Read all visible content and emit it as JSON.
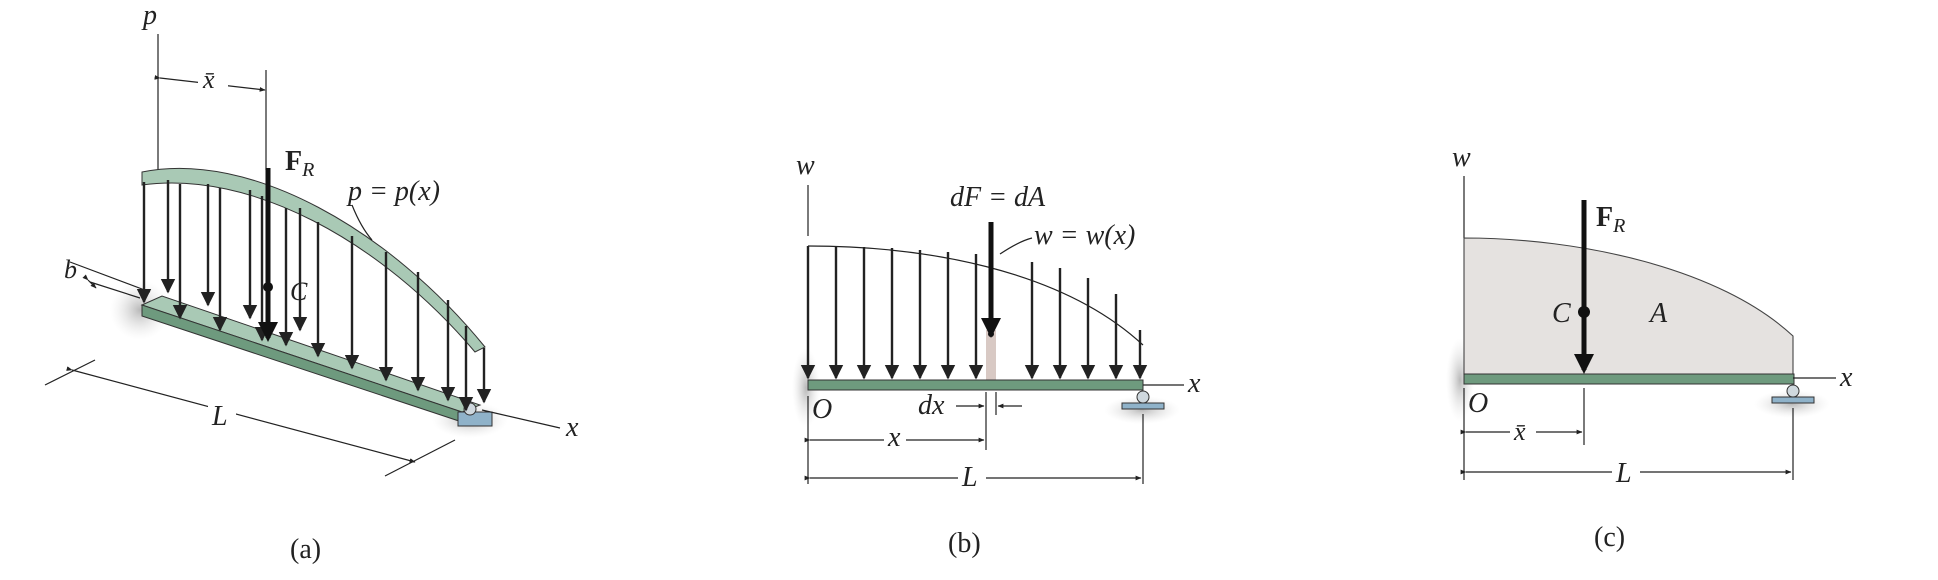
{
  "panel_a": {
    "axis_p": "p",
    "xbar": "x̄",
    "force_main": "F",
    "force_sub": "R",
    "load_eq": "p = p(x)",
    "width": "b",
    "centroid": "C",
    "length": "L",
    "axis_x": "x",
    "caption": "(a)"
  },
  "panel_b": {
    "axis_w": "w",
    "dF_eq": "dF = dA",
    "load_eq": "w = w(x)",
    "axis_x": "x",
    "origin": "O",
    "dx": "dx",
    "x_dim": "x",
    "length": "L",
    "caption": "(b)"
  },
  "panel_c": {
    "axis_w": "w",
    "force_main": "F",
    "force_sub": "R",
    "centroid": "C",
    "area": "A",
    "axis_x": "x",
    "origin": "O",
    "xbar": "x̄",
    "length": "L",
    "caption": "(c)"
  },
  "colors": {
    "beam_green": "#7fa68e",
    "beam_top": "#a9c9b5",
    "load_area": "#e5e2e0",
    "support_blue": "#8fb2c9"
  }
}
